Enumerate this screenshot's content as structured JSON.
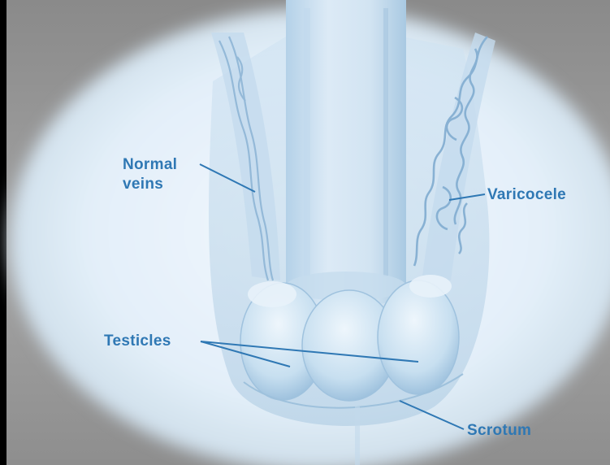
{
  "labels": {
    "normal_veins": [
      "Normal",
      "veins"
    ],
    "varicocele": "Varicocele",
    "testicles": "Testicles",
    "scrotum": "Scrotum"
  },
  "colors": {
    "background": "#000000",
    "frame_gray": "#9a9a9a",
    "oval_fill": "#e6f1f9",
    "anatomy_tint": "#bcd8ed",
    "label_blue": "#2f78b4"
  }
}
